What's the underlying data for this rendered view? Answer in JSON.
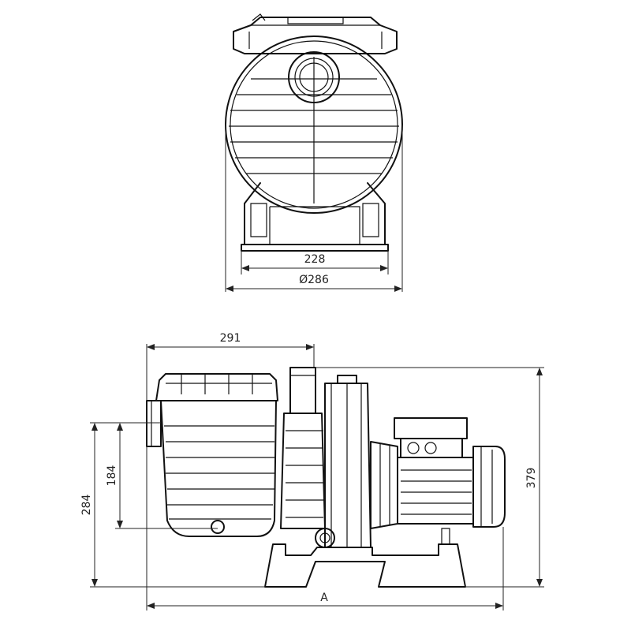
{
  "dimensions": {
    "top_width_228": "228",
    "top_diameter_286": "Ø286",
    "side_length_291": "291",
    "side_length_a": "A",
    "side_height_184": "184",
    "side_height_284": "284",
    "side_height_379": "379"
  }
}
